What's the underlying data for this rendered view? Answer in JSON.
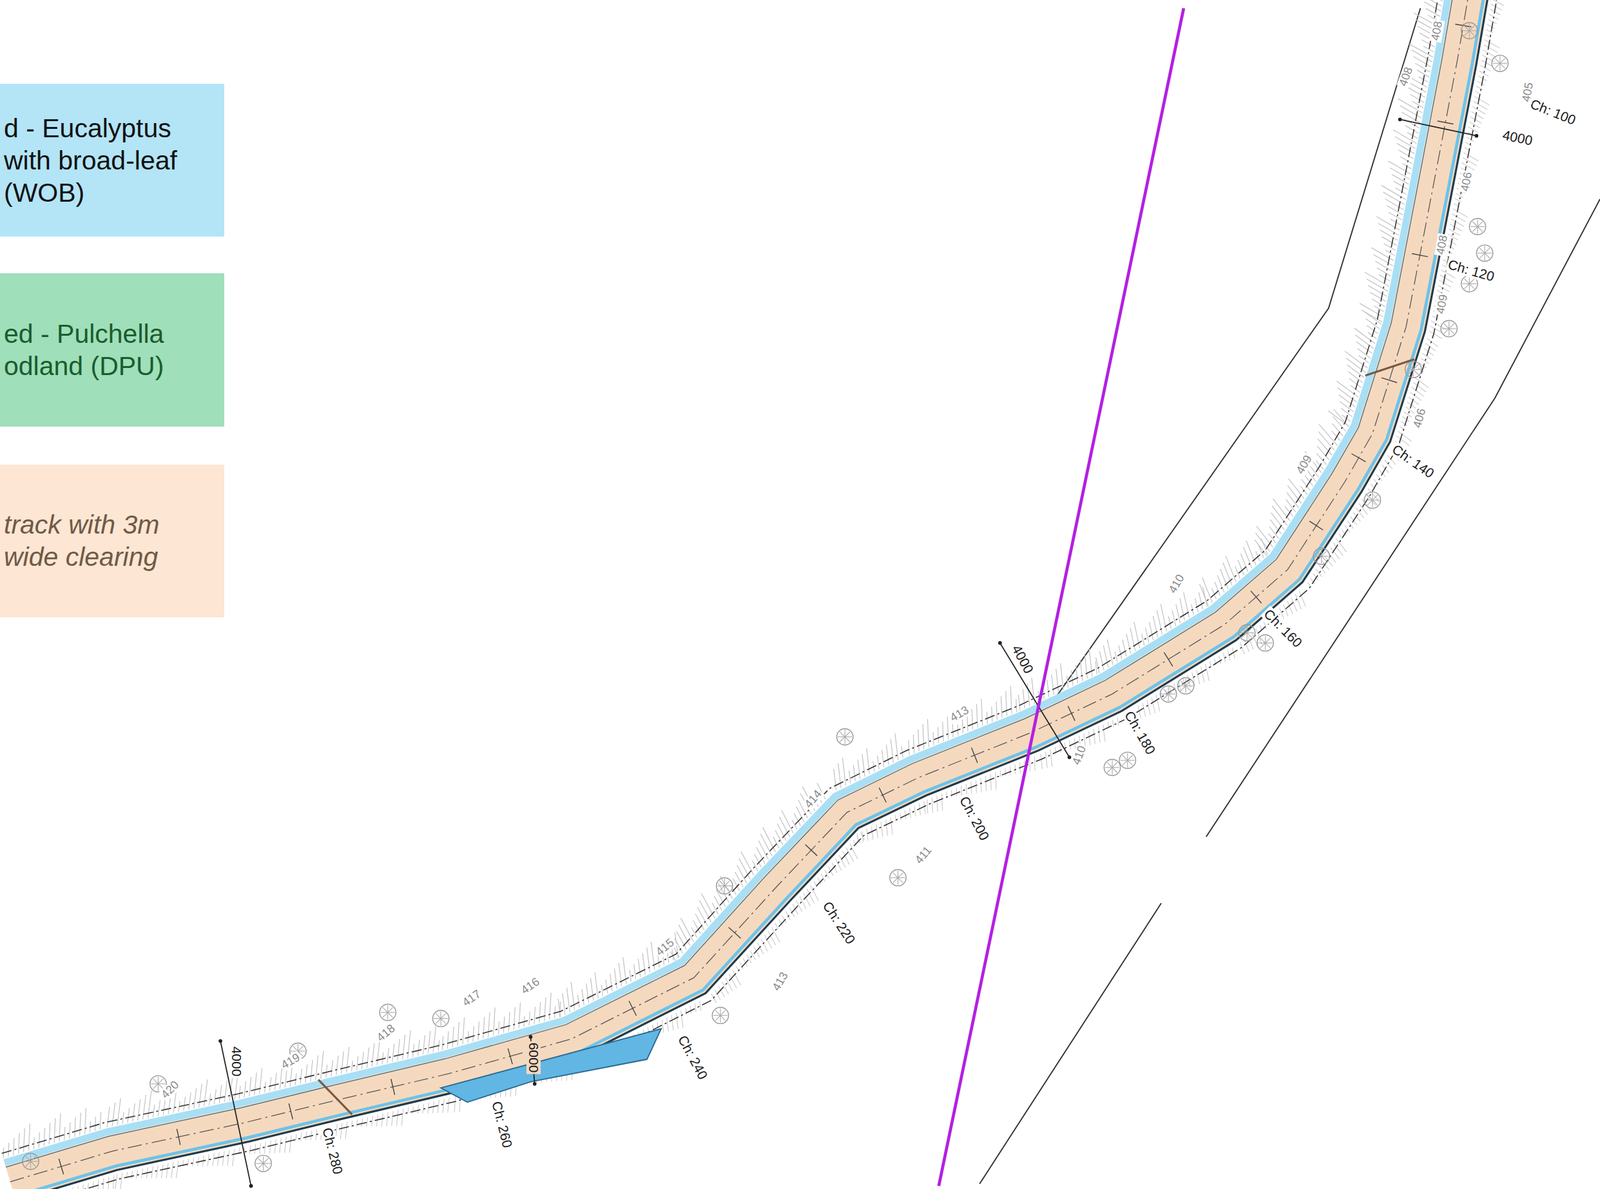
{
  "diagram": {
    "labels": [
      "Ch: 100",
      "Ch: 120",
      "Ch: 140",
      "Ch: 160",
      "Ch: 180",
      "Ch: 200",
      "Ch: 220",
      "Ch: 240",
      "Ch: 260",
      "Ch: 280",
      "4000",
      "4000",
      "4000",
      "6000",
      "408",
      "405",
      "408",
      "406",
      "408",
      "409",
      "406",
      "409",
      "410",
      "413",
      "414",
      "415",
      "416",
      "417",
      "418",
      "419",
      "420",
      "411",
      "413",
      "410"
    ],
    "legend": [
      {
        "text": "d - Eucalyptus with broad-leaf (WOB)",
        "color": "#b3e5f7"
      },
      {
        "text": "ed - Pulchella odland (DPU)",
        "color": "#9fdfb9"
      },
      {
        "text": "track with 3m wide clearing",
        "color": "#fde6d3"
      }
    ]
  }
}
